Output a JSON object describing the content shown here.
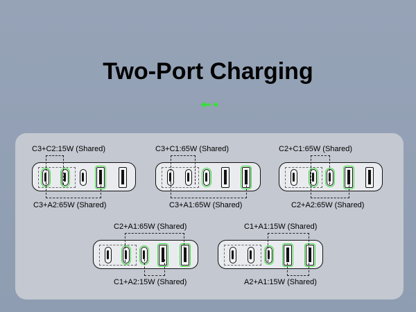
{
  "title": "Two-Port Charging",
  "accent_color": "#36e03a",
  "diagrams": [
    {
      "top_label": "C3+C2:15W (Shared)",
      "bottom_label": "C3+A2:65W (Shared)"
    },
    {
      "top_label": "C3+C1:65W (Shared)",
      "bottom_label": "C3+A1:65W (Shared)"
    },
    {
      "top_label": "C2+C1:65W (Shared)",
      "bottom_label": "C2+A2:65W (Shared)"
    },
    {
      "top_label": "C2+A1:65W (Shared)",
      "bottom_label": "C1+A2:15W (Shared)"
    },
    {
      "top_label": "C1+A1:15W (Shared)",
      "bottom_label": "A2+A1:15W (Shared)"
    }
  ]
}
